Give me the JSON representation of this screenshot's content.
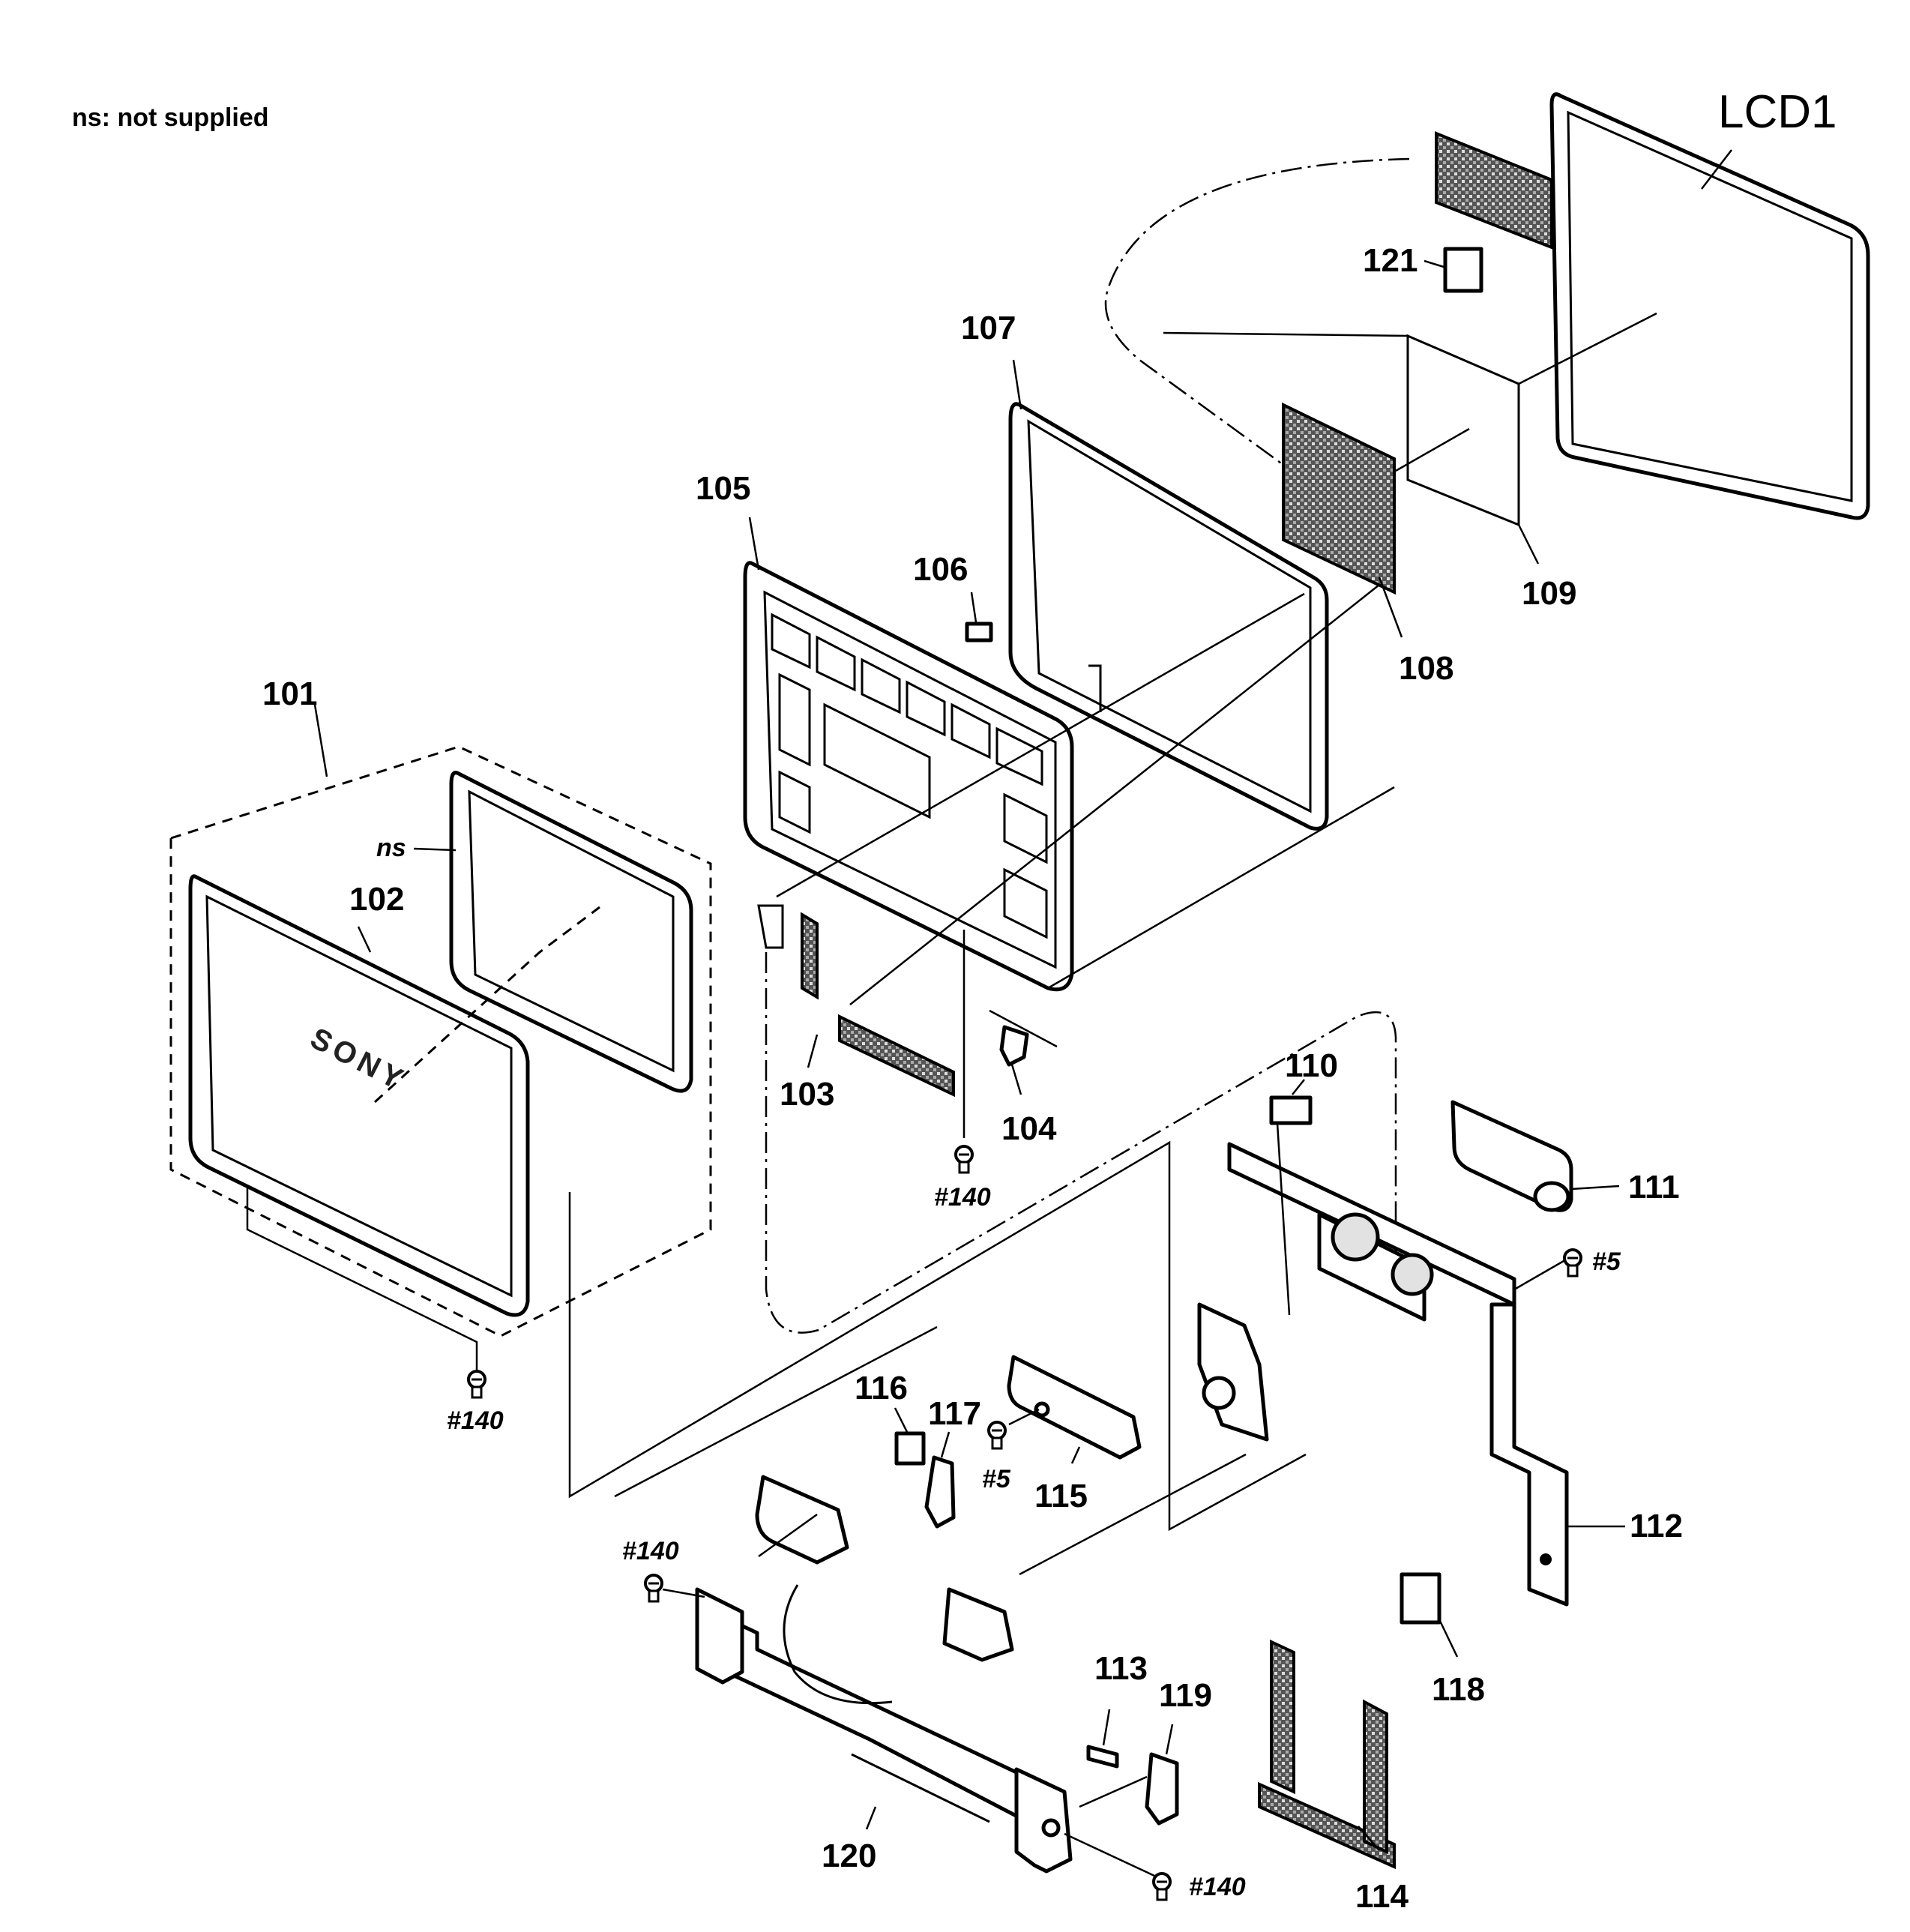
{
  "note": "ns: not supplied",
  "lcd_label": "LCD1",
  "brand_text": "SONY",
  "not_supplied_tag": "ns",
  "parts": {
    "p101": "101",
    "p102": "102",
    "p103": "103",
    "p104": "104",
    "p105": "105",
    "p106": "106",
    "p107": "107",
    "p108": "108",
    "p109": "109",
    "p110": "110",
    "p111": "111",
    "p112": "112",
    "p113": "113",
    "p114": "114",
    "p115": "115",
    "p116": "116",
    "p117": "117",
    "p118": "118",
    "p119": "119",
    "p120": "120",
    "p121": "121"
  },
  "screws": {
    "s140": "#140",
    "s5": "#5"
  }
}
